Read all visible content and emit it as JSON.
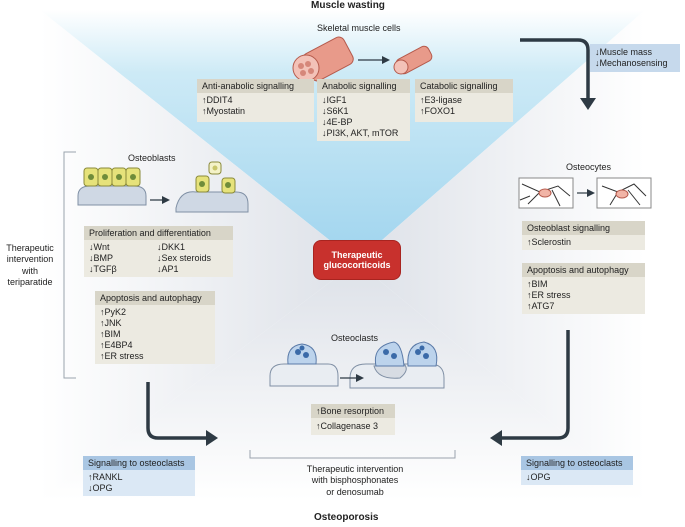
{
  "titles": {
    "top": "Muscle wasting",
    "bottom": "Osteoporosis"
  },
  "center": {
    "line1": "Therapeutic",
    "line2": "glucocorticoids"
  },
  "muscle": {
    "cells_label": "Skeletal muscle cells",
    "anti_anabolic": {
      "title": "Anti-anabolic signalling",
      "lines": [
        "↑DDIT4",
        "↑Myostatin"
      ]
    },
    "anabolic": {
      "title": "Anabolic signalling",
      "lines": [
        "↓IGF1",
        "↓S6K1",
        "↓4E-BP",
        "↓PI3K, AKT, mTOR"
      ]
    },
    "catabolic": {
      "title": "Catabolic signalling",
      "lines": [
        "↑E3-ligase",
        "↑FOXO1"
      ]
    },
    "outcome": {
      "lines": [
        "↓Muscle mass",
        "↓Mechanosensing"
      ]
    }
  },
  "osteoblasts": {
    "label": "Osteoblasts",
    "therapeutic": {
      "lines": [
        "Therapeutic",
        "intervention",
        "with",
        "teriparatide"
      ]
    },
    "prolif": {
      "title": "Proliferation and differentiation",
      "col1": [
        "↓Wnt",
        "↓BMP",
        "↓TGFβ"
      ],
      "col2": [
        "↓DKK1",
        "↓Sex steroids",
        "↓AP1"
      ]
    },
    "apoptosis": {
      "title": "Apoptosis and autophagy",
      "lines": [
        "↑PyK2",
        "↑JNK",
        "↑BIM",
        "↑E4BP4",
        "↑ER stress"
      ]
    },
    "signalling": {
      "title": "Signalling to osteoclasts",
      "lines": [
        "↑RANKL",
        "↓OPG"
      ]
    }
  },
  "osteocytes": {
    "label": "Osteocytes",
    "osteoblast_signalling": {
      "title": "Osteoblast signalling",
      "lines": [
        "↑Sclerostin"
      ]
    },
    "apoptosis": {
      "title": "Apoptosis and autophagy",
      "lines": [
        "↑BIM",
        "↑ER stress",
        "↑ATG7"
      ]
    },
    "signalling": {
      "title": "Signalling to osteoclasts",
      "lines": [
        "↓OPG"
      ]
    }
  },
  "osteoclasts": {
    "label": "Osteoclasts",
    "lines": [
      "↑Bone resorption",
      "↑Collagenase 3"
    ],
    "therapeutic": {
      "lines": [
        "Therapeutic intervention",
        "with bisphosphonates",
        "or denosumab"
      ]
    }
  },
  "colors": {
    "muscle_bg": "#bfe3f3",
    "bone_bg": "#e5e8ee",
    "center_red": "#c8312d",
    "grey_header": "#d8d5c8",
    "blue_header": "#a9c6e3",
    "arrow": "#2e3a44"
  }
}
